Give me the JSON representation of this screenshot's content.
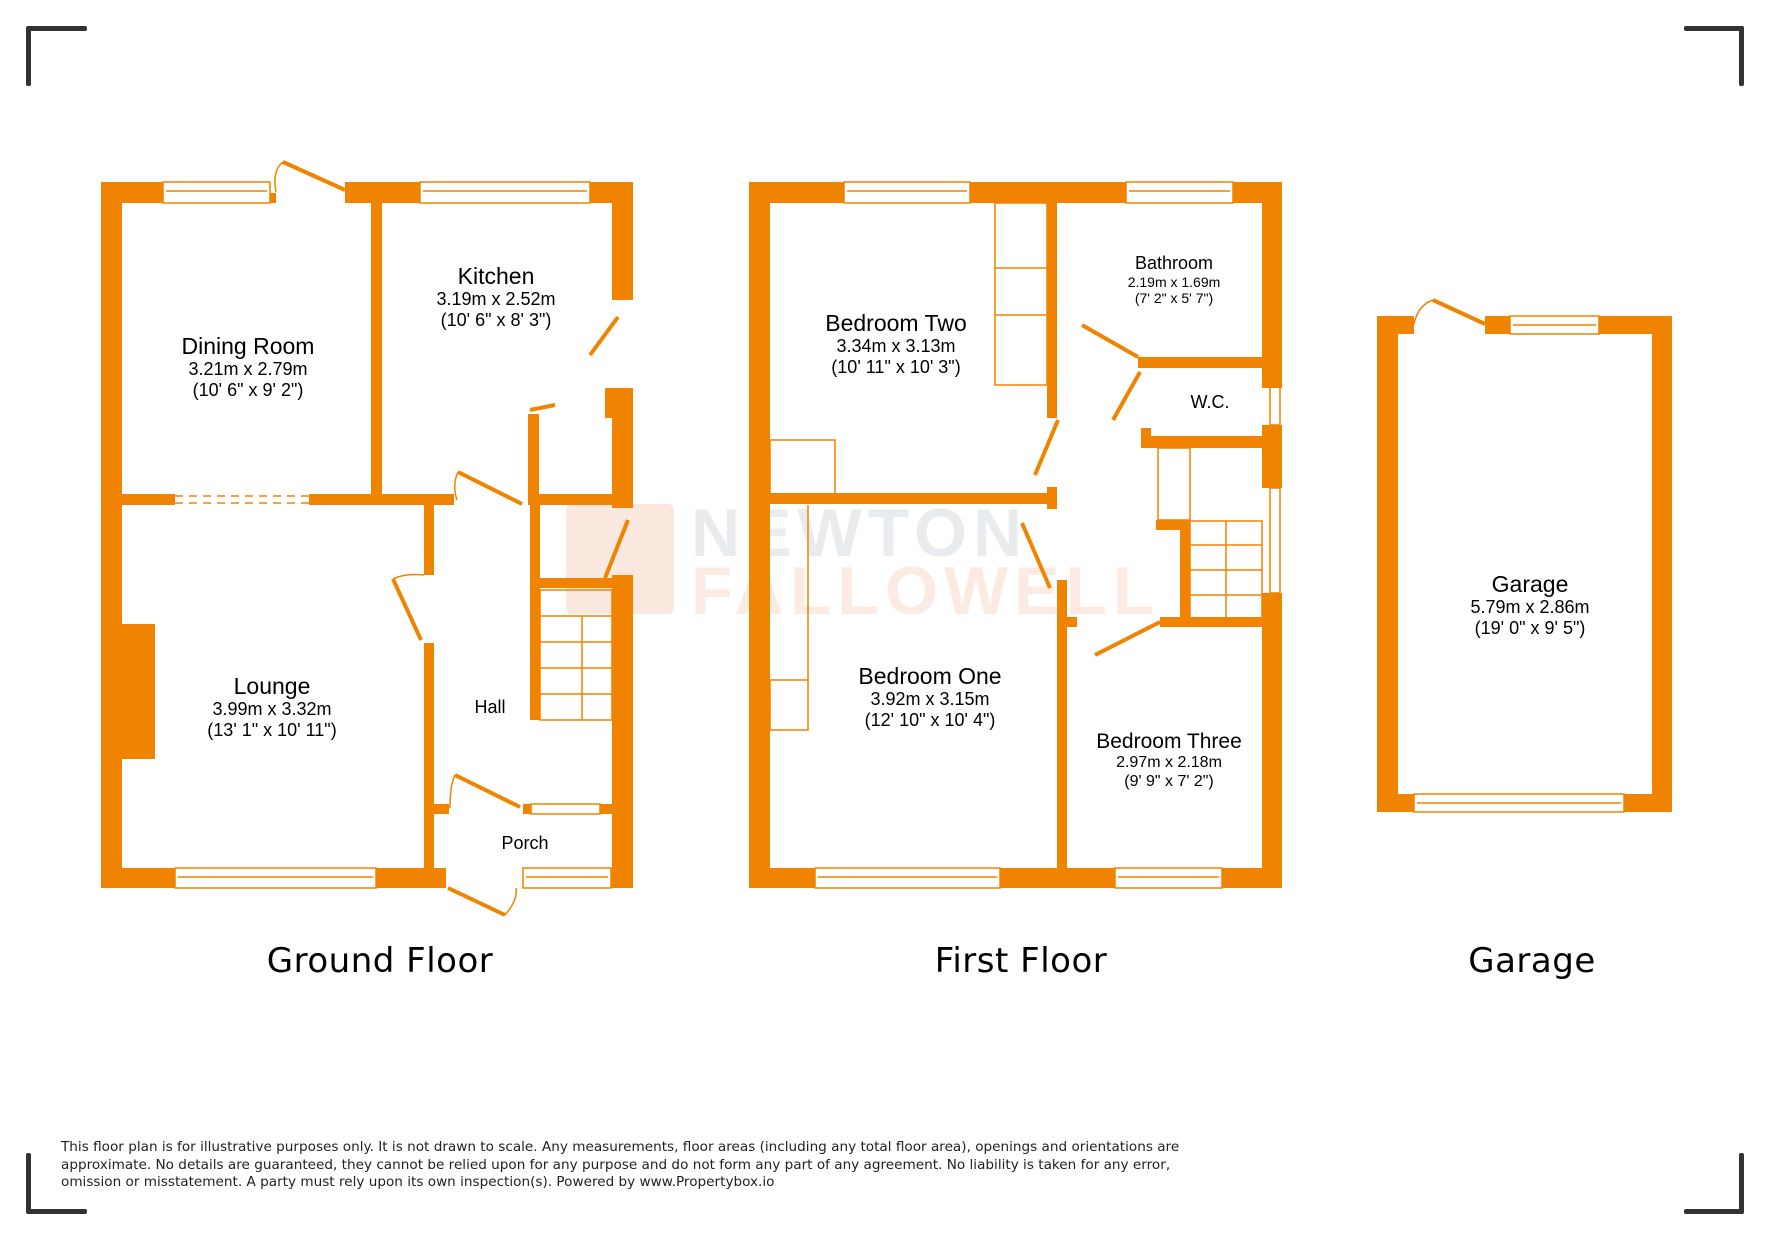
{
  "colors": {
    "wall": "#f08300",
    "corner_marks": "#333333",
    "watermark_grey": "#e9ecef",
    "watermark_orange": "#fcebe2"
  },
  "watermark": {
    "line1": "NEWTON",
    "line2": "FALLOWELL",
    "logo": "newton-fallowell-logo-icon"
  },
  "floors": [
    {
      "label": "Ground Floor",
      "rooms": [
        {
          "name": "Dining Room",
          "dimensions_m": "3.21m x 2.79m",
          "dimensions_ft": "(10' 6\" x 9' 2\")"
        },
        {
          "name": "Kitchen",
          "dimensions_m": "3.19m x 2.52m",
          "dimensions_ft": "(10' 6\" x 8' 3\")"
        },
        {
          "name": "Lounge",
          "dimensions_m": "3.99m x 3.32m",
          "dimensions_ft": "(13' 1\" x 10' 11\")"
        },
        {
          "name": "Hall"
        },
        {
          "name": "Porch"
        }
      ]
    },
    {
      "label": "First Floor",
      "rooms": [
        {
          "name": "Bedroom Two",
          "dimensions_m": "3.34m x 3.13m",
          "dimensions_ft": "(10' 11\" x 10' 3\")"
        },
        {
          "name": "Bathroom",
          "dimensions_m": "2.19m x 1.69m",
          "dimensions_ft": "(7' 2\" x 5' 7\")"
        },
        {
          "name": "W.C."
        },
        {
          "name": "Bedroom One",
          "dimensions_m": "3.92m x 3.15m",
          "dimensions_ft": "(12' 10\" x 10' 4\")"
        },
        {
          "name": "Bedroom Three",
          "dimensions_m": "2.97m x 2.18m",
          "dimensions_ft": "(9' 9\" x 7' 2\")"
        }
      ]
    },
    {
      "label": "Garage",
      "rooms": [
        {
          "name": "Garage",
          "dimensions_m": "5.79m x 2.86m",
          "dimensions_ft": "(19' 0\" x 9' 5\")"
        }
      ]
    }
  ],
  "disclaimer": {
    "line1": "This floor plan is for illustrative purposes only. It is not drawn to scale. Any measurements, floor areas (including any total floor area), openings and orientations are",
    "line2": "approximate. No details are guaranteed, they cannot be relied upon for any purpose and do not form any part of any agreement. No liability is taken for any error,",
    "line3": "omission or misstatement. A party must rely upon its own inspection(s). Powered by www.Propertybox.io"
  }
}
